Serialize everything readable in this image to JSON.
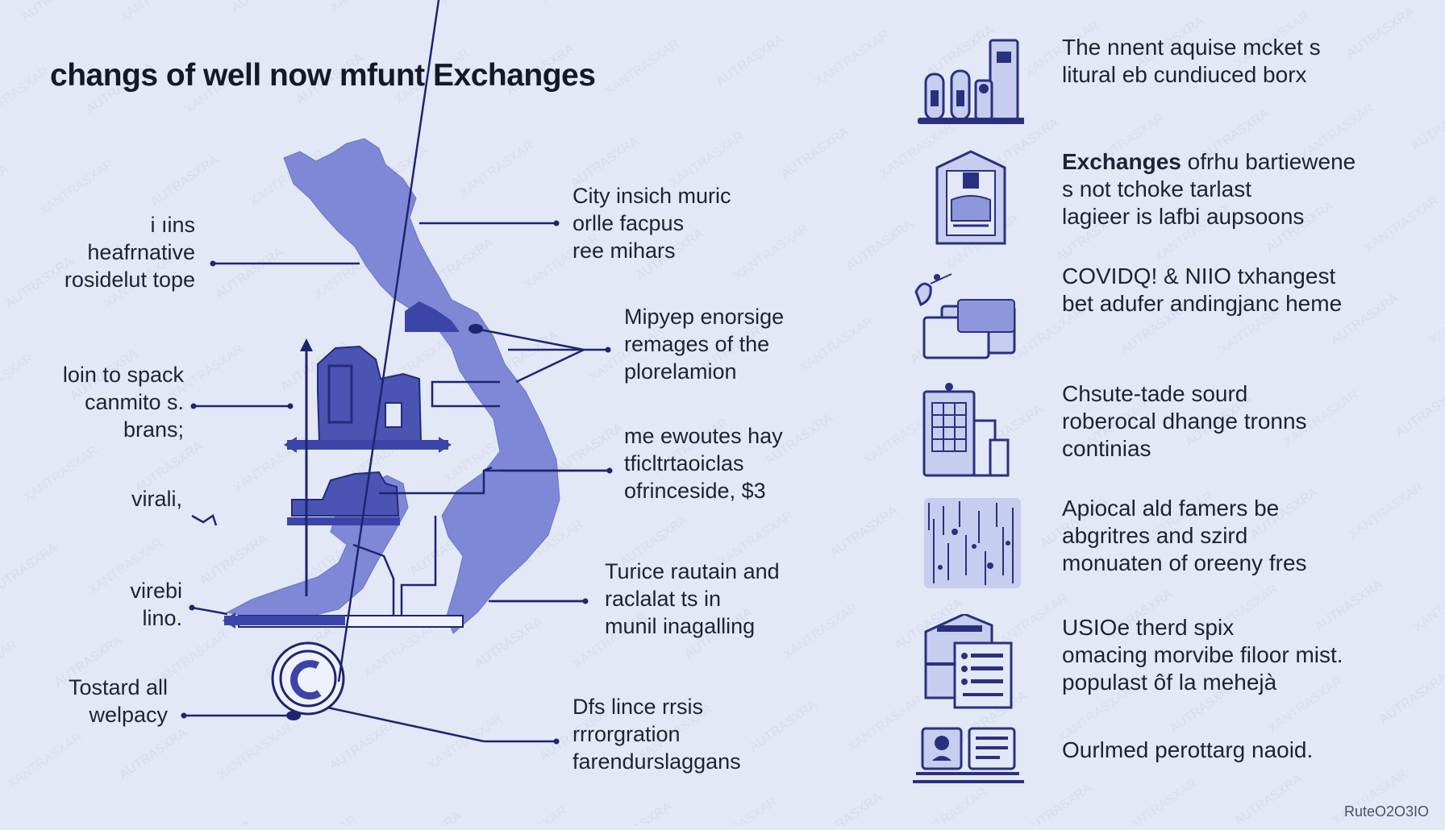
{
  "title": "changs of well now mfunt Exchanges",
  "footer": "RuteO2O3IO",
  "colors": {
    "background": "#e3e8f6",
    "map_fill": "#7e88d6",
    "accent": "#3b45a8",
    "line": "#1e2470",
    "text": "#1f2236"
  },
  "left_labels": [
    "i ıins\nheafrnative\nrosidelut tope",
    "loin to spack\ncanmito s.\nbrans;",
    "virali,",
    "virebi\nlino.",
    "Tostard all\nwelpacy"
  ],
  "center_labels": [
    "City insich muric\norlle facpus\nree mihars",
    "Mipyep enorsige\nremages of the\nplorelamion",
    "me ewoutes hay\ntficltrtaoiclas\nofrinceside, $3",
    "Turice rautain and\nraclalat ts in\nmunil inagalling",
    "Dfs lince rrsis\nrrrorgration\nfarendurslaggans"
  ],
  "right_items": [
    {
      "icon": "bank-buildings-icon",
      "bold": "",
      "text": "The nnent aquise mcket s\nlitural eb cundiuced borx"
    },
    {
      "icon": "document-envelope-icon",
      "bold": "Exchanges",
      "text": " ofrhu bartiewene\ns not tchoke tarlast\nlagieer is lafbi aupsoons"
    },
    {
      "icon": "laptop-folders-icon",
      "bold": "",
      "text": "COVIDQ! & NIIO txhangest\nbet adufer andingjanc heme"
    },
    {
      "icon": "office-building-icon",
      "bold": "",
      "text": "Chsute-tade sourd\nroberocal dhange tronns\ncontinias"
    },
    {
      "icon": "data-barcode-icon",
      "bold": "",
      "text": "Apiocal ald famers be\nabgritres and szird\nmonuaten of oreeny fres"
    },
    {
      "icon": "checklist-documents-icon",
      "bold": "",
      "text": "USIOe therd spix\nomacing morvibe filoor mist.\npopulast ôf la mehejà"
    },
    {
      "icon": "id-card-desk-icon",
      "bold": "",
      "text": "Ourlmed perottarg naoid."
    }
  ]
}
